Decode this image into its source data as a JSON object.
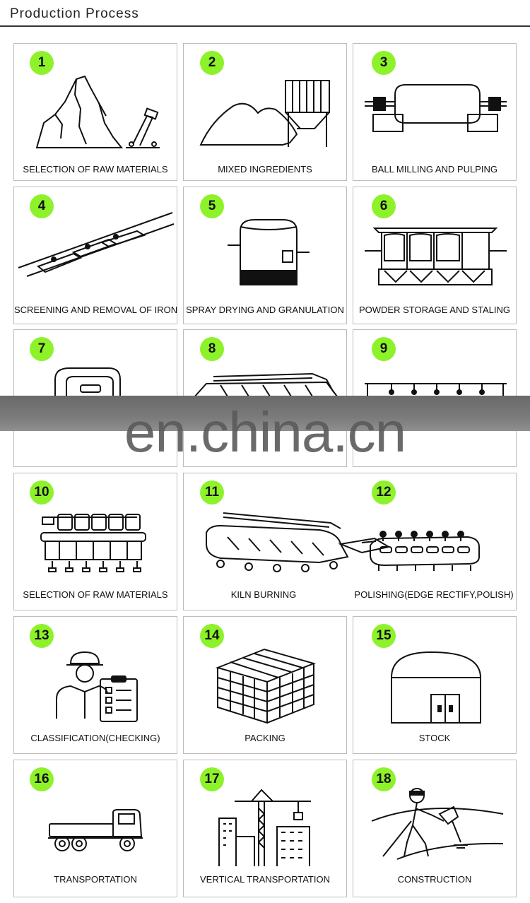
{
  "header": {
    "title": "Production Process"
  },
  "steps": [
    {
      "num": "1",
      "label": "SELECTION OF RAW MATERIALS",
      "icon": "mountain-drill-icon"
    },
    {
      "num": "2",
      "label": "MIXED INGREDIENTS",
      "icon": "silo-icon"
    },
    {
      "num": "3",
      "label": "BALL MILLING AND PULPING",
      "icon": "ball-mill-icon"
    },
    {
      "num": "4",
      "label": "SCREENING AND REMOVAL OF IRON",
      "icon": "conveyor-icon"
    },
    {
      "num": "5",
      "label": "SPRAY DRYING AND GRANULATION",
      "icon": "spray-tower-icon"
    },
    {
      "num": "6",
      "label": "POWDER STORAGE AND STALING",
      "icon": "hopper-icon"
    },
    {
      "num": "7",
      "label": "",
      "icon": "press-icon"
    },
    {
      "num": "8",
      "label": "",
      "icon": "dryer-icon"
    },
    {
      "num": "9",
      "label": "",
      "icon": "glazing-line-icon"
    },
    {
      "num": "10",
      "label": "SELECTION OF RAW MATERIALS",
      "icon": "printing-machine-icon"
    },
    {
      "num": "11",
      "label": "KILN BURNING",
      "icon": "kiln-icon"
    },
    {
      "num": "12",
      "label": "POLISHING(EDGE RECTIFY,POLISH)",
      "icon": "polishing-line-icon"
    },
    {
      "num": "13",
      "label": "CLASSIFICATION(CHECKING)",
      "icon": "inspector-icon"
    },
    {
      "num": "14",
      "label": "PACKING",
      "icon": "boxes-icon"
    },
    {
      "num": "15",
      "label": "STOCK",
      "icon": "warehouse-icon"
    },
    {
      "num": "16",
      "label": "TRANSPORTATION",
      "icon": "truck-icon"
    },
    {
      "num": "17",
      "label": "VERTICAL TRANSPORTATION",
      "icon": "crane-icon"
    },
    {
      "num": "18",
      "label": "CONSTRUCTION",
      "icon": "worker-icon"
    }
  ],
  "watermark": {
    "text": "en.china.cn"
  }
}
